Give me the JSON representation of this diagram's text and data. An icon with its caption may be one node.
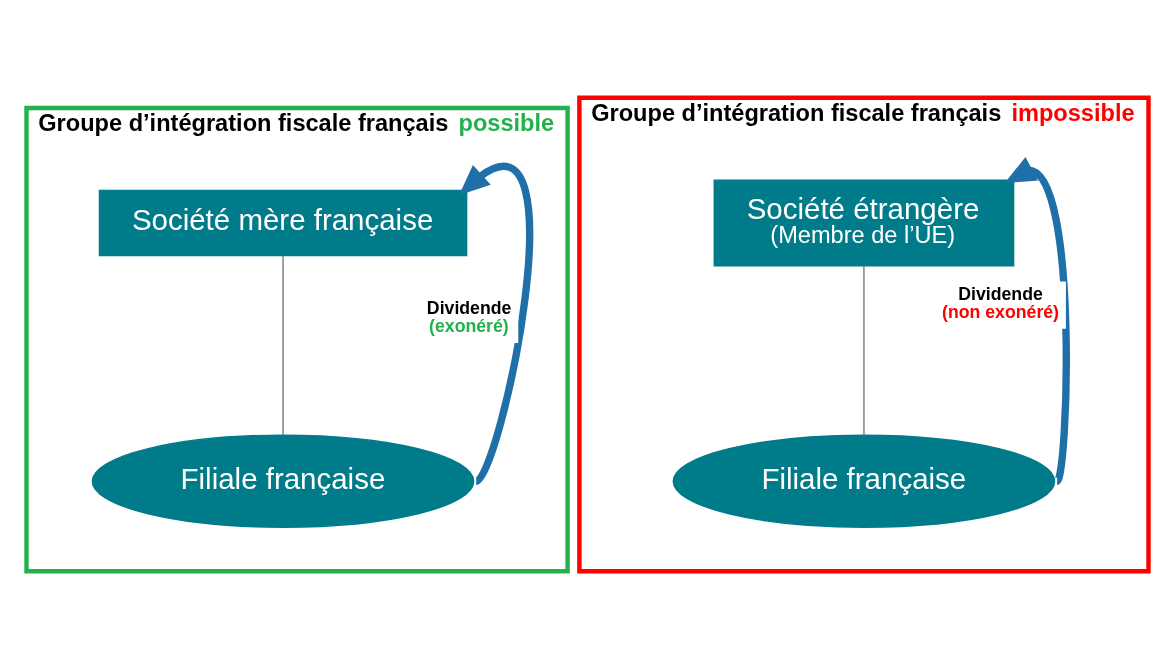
{
  "diagram": {
    "nodes": [
      {
        "text": [
          "Groupe d’intégration fiscale français",
          "possible"
        ]
      },
      {
        "text": [
          "Société mère française"
        ],
        "in": 0
      },
      {
        "text": [
          "Filiale française"
        ],
        "in": 0
      },
      {
        "text": [
          "Groupe d’intégration fiscale français",
          "impossible"
        ]
      },
      {
        "text": [
          "Société étrangère",
          "(Membre de l’UE)"
        ],
        "in": 3
      },
      {
        "text": [
          "Filiale française"
        ],
        "in": 3
      }
    ],
    "edges": [
      {
        "from": 1,
        "to": 2,
        "arrow": "none",
        "color": "#808080"
      },
      {
        "from": 2,
        "to": 1,
        "arrow": "to",
        "label": "Dividende (exonéré)",
        "style": "thick",
        "color": "#1f6fa8"
      },
      {
        "from": 4,
        "to": 5,
        "arrow": "none",
        "color": "#808080"
      },
      {
        "from": 5,
        "to": 4,
        "arrow": "to",
        "label": "Dividende (non exonéré)",
        "style": "thick",
        "color": "#1f6fa8"
      }
    ]
  }
}
